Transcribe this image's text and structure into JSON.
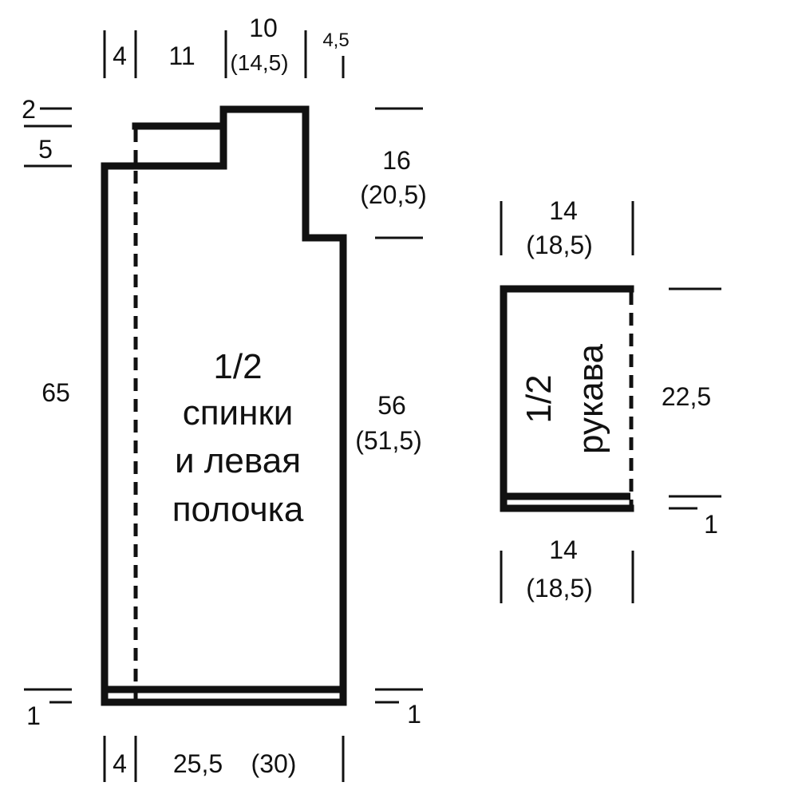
{
  "back_piece": {
    "title_line1": "1/2",
    "title_line2": "спинки",
    "title_line3": "и левая",
    "title_line4": "полочка",
    "dims": {
      "top_placket": "4",
      "top_shoulder": "11",
      "top_neck": "10",
      "top_neck_alt": "(14,5)",
      "top_right": "4,5",
      "left_top_small": "2",
      "left_top_large": "5",
      "height_total": "65",
      "armhole": "16",
      "armhole_alt": "(20,5)",
      "side_length": "56",
      "side_length_alt": "(51,5)",
      "hem_left": "1",
      "hem_right": "1",
      "bottom_placket": "4",
      "bottom_width": "25,5",
      "bottom_width_alt": "(30)"
    }
  },
  "sleeve_piece": {
    "title_line1": "1/2",
    "title_line2": "рукава",
    "dims": {
      "top_width": "14",
      "top_width_alt": "(18,5)",
      "height": "22,5",
      "cuff": "1",
      "bottom_width": "14",
      "bottom_width_alt": "(18,5)"
    }
  },
  "colors": {
    "ink": "#111111",
    "background": "#ffffff"
  }
}
